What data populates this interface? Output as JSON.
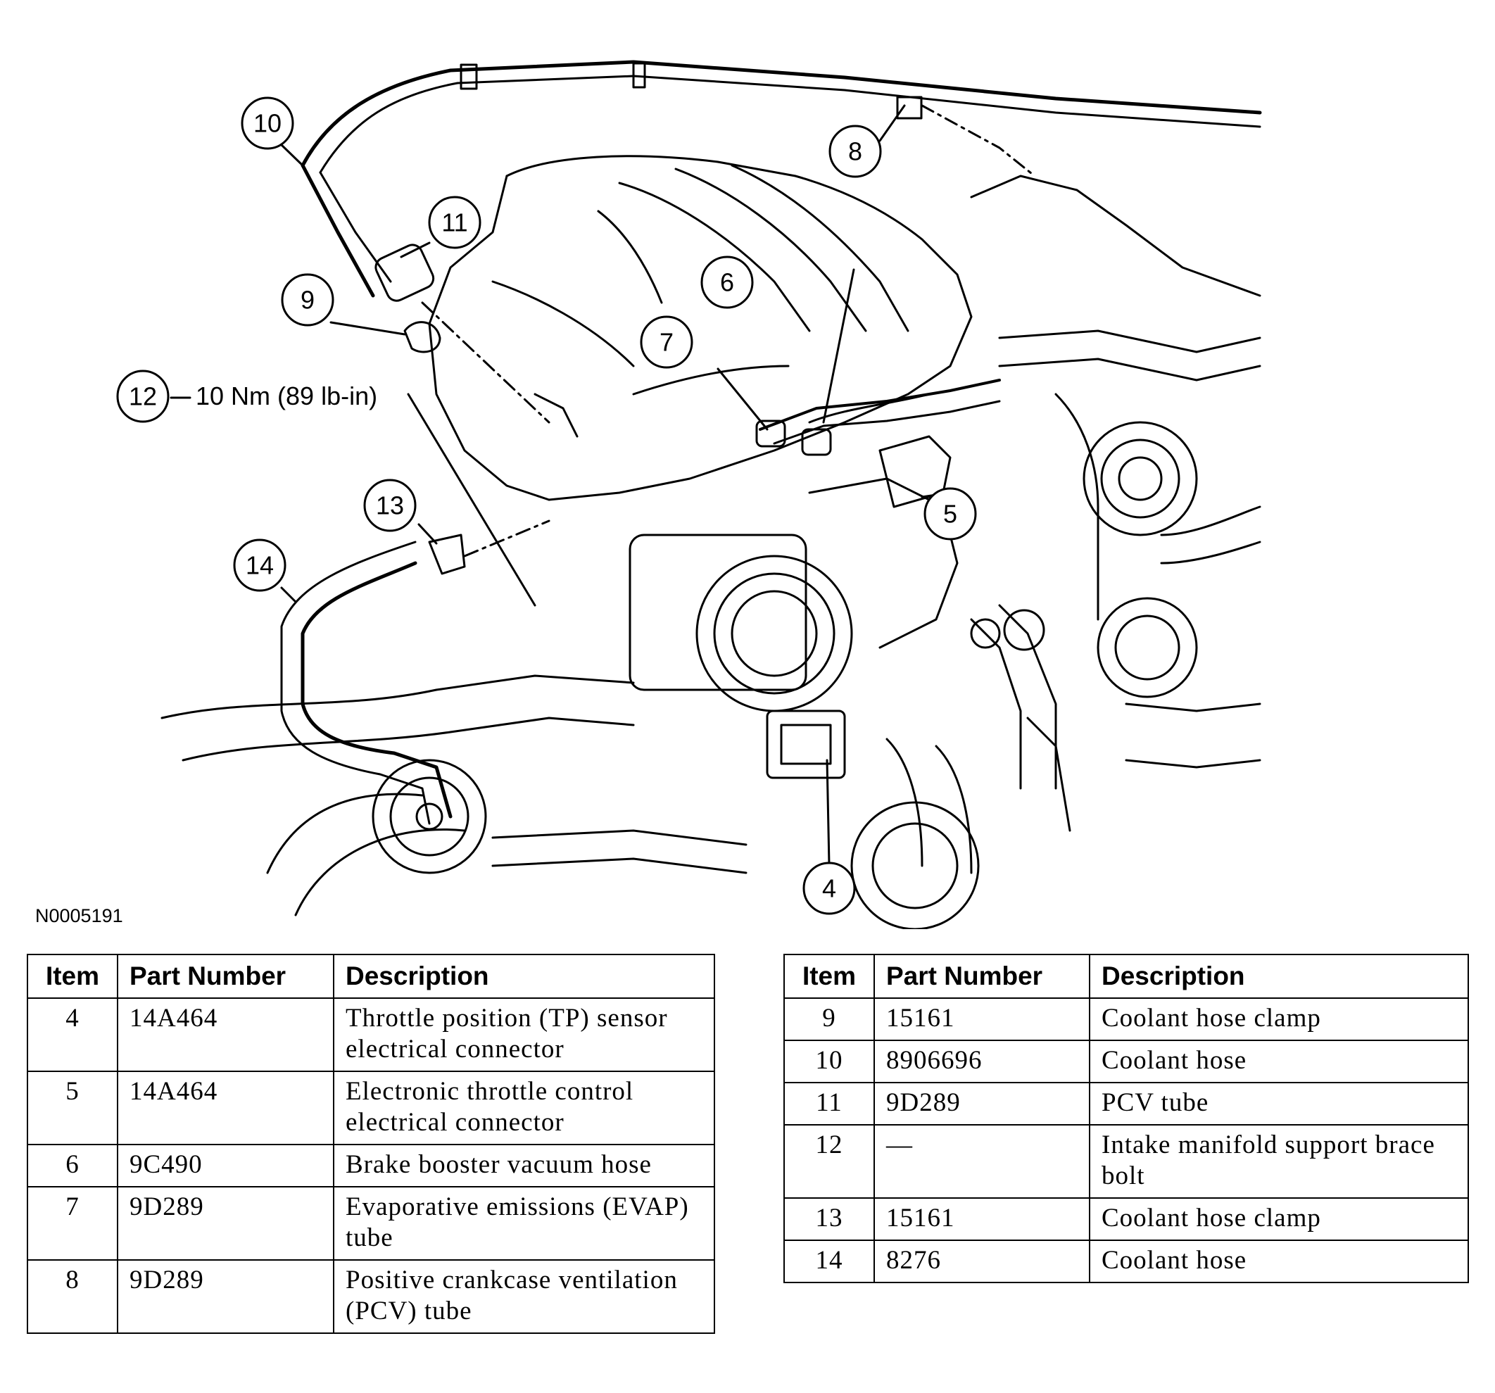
{
  "figure": {
    "id": "N0005191",
    "callouts": [
      "4",
      "5",
      "6",
      "7",
      "8",
      "9",
      "10",
      "11",
      "12",
      "13",
      "14"
    ],
    "torque_spec": "10 Nm (89 lb-in)"
  },
  "tables": {
    "headers": {
      "item": "Item",
      "part_number": "Part Number",
      "description": "Description"
    },
    "left": [
      {
        "item": "4",
        "part_number": "14A464",
        "description": "Throttle position (TP) sensor electrical connector"
      },
      {
        "item": "5",
        "part_number": "14A464",
        "description": "Electronic throttle control electrical connector"
      },
      {
        "item": "6",
        "part_number": "9C490",
        "description": "Brake booster vacuum hose"
      },
      {
        "item": "7",
        "part_number": "9D289",
        "description": "Evaporative emissions (EVAP) tube"
      },
      {
        "item": "8",
        "part_number": "9D289",
        "description": "Positive crankcase ventilation (PCV) tube"
      }
    ],
    "right": [
      {
        "item": "9",
        "part_number": "15161",
        "description": "Coolant hose clamp"
      },
      {
        "item": "10",
        "part_number": "8906696",
        "description": "Coolant hose"
      },
      {
        "item": "11",
        "part_number": "9D289",
        "description": "PCV tube"
      },
      {
        "item": "12",
        "part_number": "—",
        "description": "Intake manifold support brace bolt"
      },
      {
        "item": "13",
        "part_number": "15161",
        "description": "Coolant hose clamp"
      },
      {
        "item": "14",
        "part_number": "8276",
        "description": "Coolant hose"
      }
    ]
  }
}
